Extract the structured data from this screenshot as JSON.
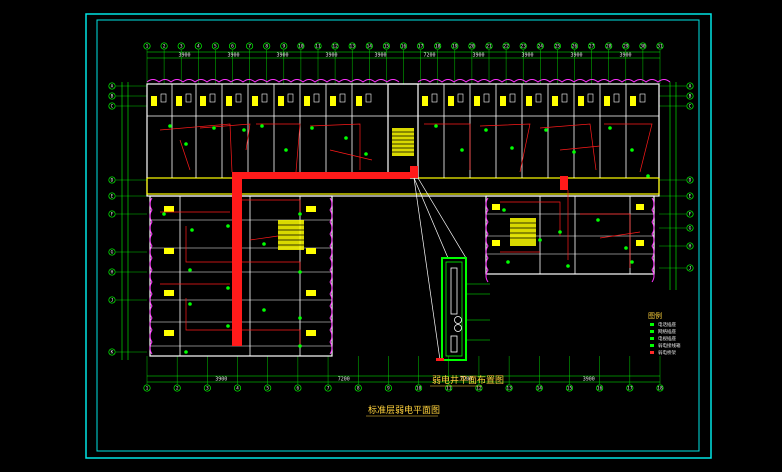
{
  "drawing": {
    "colors": {
      "background": "#000000",
      "frame": "#00e5e5",
      "wall": "#ffffff",
      "door_wall": "#ff33ff",
      "fixture": "#ffff00",
      "axis": "#00ff00",
      "wiring": "#ff0000",
      "conduit": "#ff2a2a",
      "label": "#ffd23c"
    },
    "plan_title": "标准层弱电平面图",
    "detail_title": "弱电井平面布置图",
    "dimension_labels": [
      "3900",
      "3900",
      "3900",
      "3900",
      "3900",
      "7200",
      "3900",
      "3900",
      "3900",
      "3900"
    ],
    "bottom_dimension_labels": [
      "3900",
      "7200",
      "7200",
      "3900"
    ],
    "left_axis_labels": [
      "A",
      "B",
      "C",
      "D",
      "E",
      "F",
      "G",
      "H",
      "J",
      "K"
    ],
    "right_axis_labels": [
      "A",
      "B",
      "C",
      "D",
      "E",
      "F",
      "G",
      "H",
      "J"
    ],
    "top_axis_labels": [
      "1",
      "2",
      "3",
      "4",
      "5",
      "6",
      "7",
      "8",
      "9",
      "10",
      "11",
      "12",
      "13",
      "14",
      "15",
      "16",
      "17",
      "18",
      "19",
      "20",
      "21",
      "22",
      "23",
      "24",
      "25",
      "26",
      "27",
      "28",
      "29",
      "30",
      "31"
    ],
    "bottom_axis_labels": [
      "1",
      "2",
      "3",
      "4",
      "5",
      "6",
      "7",
      "8",
      "9",
      "10",
      "11",
      "12",
      "13",
      "14",
      "15",
      "16",
      "17",
      "18"
    ],
    "legend": {
      "heading": "图例",
      "items": [
        "电话插座",
        "网络插座",
        "电视插座",
        "弱电接线箱",
        "弱电桥架"
      ]
    }
  }
}
